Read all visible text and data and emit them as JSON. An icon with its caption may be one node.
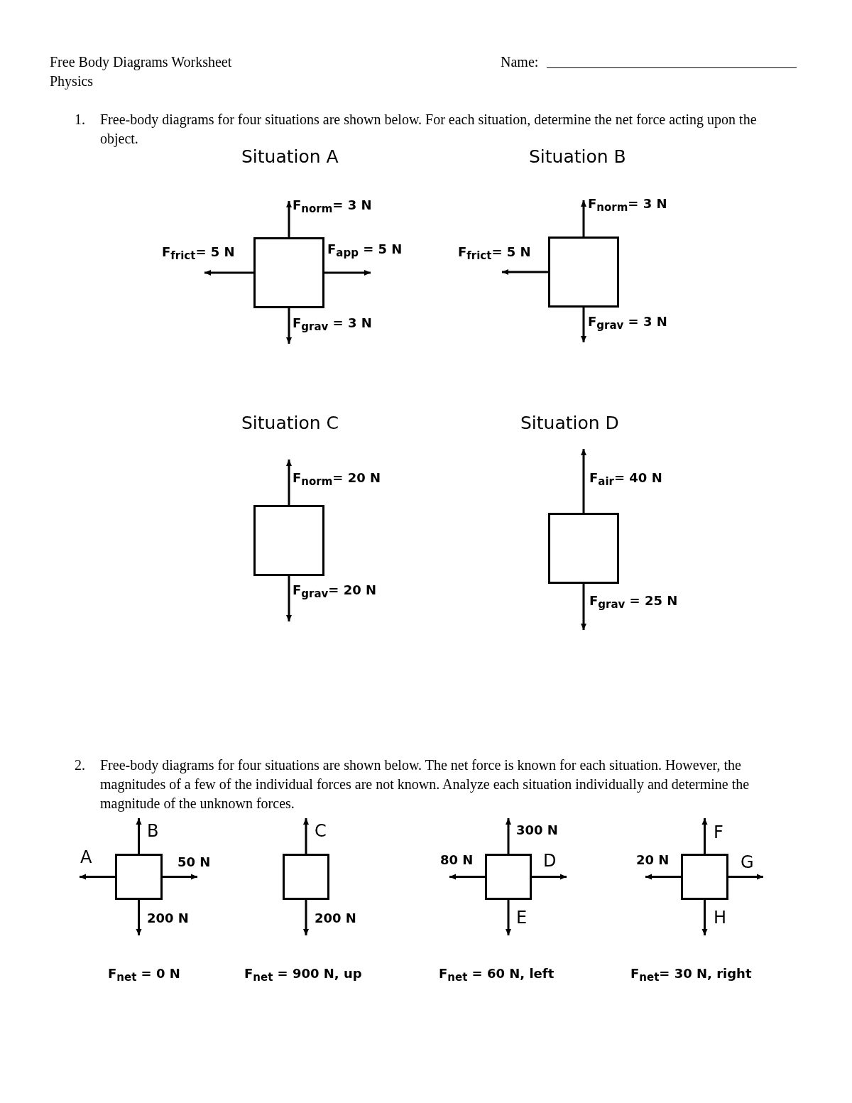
{
  "diagram": {
    "nodes": [
      {
        "text": [],
        "shape": "box"
      },
      {
        "text": [],
        "shape": "box"
      },
      {
        "text": [],
        "shape": "box"
      },
      {
        "text": [],
        "shape": "box"
      },
      {
        "text": [],
        "shape": "box"
      },
      {
        "text": [],
        "shape": "box"
      },
      {
        "text": [],
        "shape": "box"
      },
      {
        "text": [],
        "shape": "box"
      }
    ],
    "edges": [],
    "labels": [
      "Free Body Diagrams Worksheet",
      "Name:",
      "Physics",
      "1.",
      "Free-body diagrams for four situations are shown below. For each situation, determine the net force acting upon the object.",
      "Situation A",
      "Situation B",
      "F$_{norm}$= 3 N",
      "F$_{frict}$= 5 N",
      "F$_{app}$ = 5 N",
      "F$_{grav}$ = 3 N",
      "F$_{norm}$= 3 N",
      "F$_{frict}$= 5 N",
      "F$_{grav}$ = 3 N",
      "Situation C",
      "Situation D",
      "F$_{norm}$= 20 N",
      "F$_{grav}$= 20 N",
      "F$_{air}$= 40 N",
      "F$_{grav}$ = 25 N",
      "2.",
      "Free-body diagrams for four situations are shown below. The net force is known for each situation. However, the magnitudes of a few of the individual forces are not known. Analyze each situation individually and determine the magnitude of the unknown forces.",
      "B",
      "A",
      "50 N",
      "200 N",
      "C",
      "200 N",
      "300 N",
      "80 N",
      "D",
      "E",
      "F",
      "20 N",
      "G",
      "H",
      "F$_{net}$ = 0 N",
      "F$_{net}$ = 900 N, up",
      "F$_{net}$ = 60 N, left",
      "F$_{net}$= 30 N, right"
    ]
  }
}
